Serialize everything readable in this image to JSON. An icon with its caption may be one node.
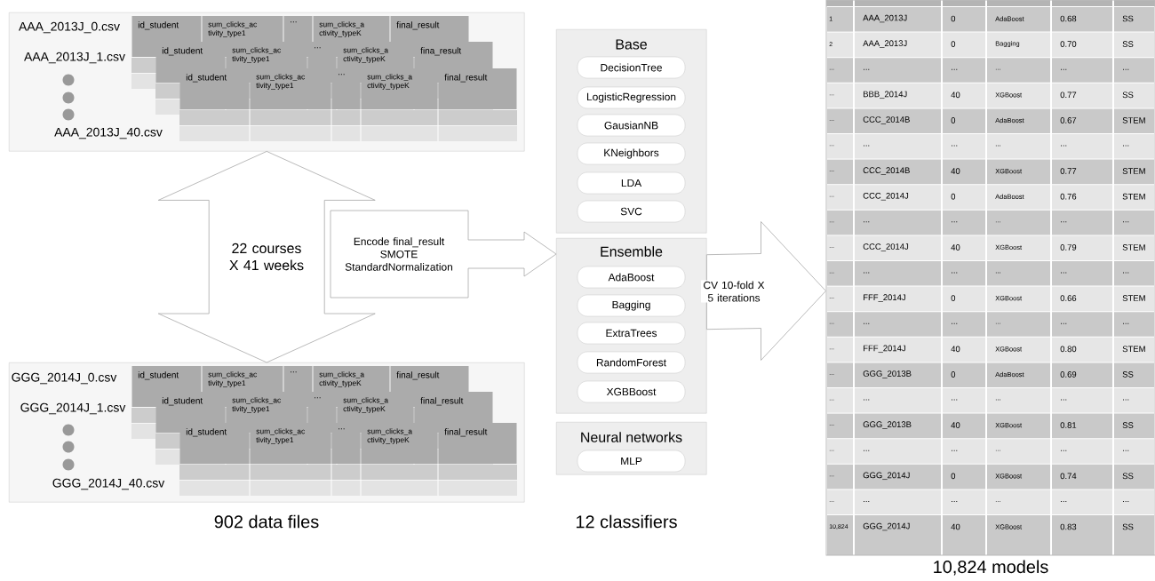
{
  "diagram": {
    "nodes": [
      {
        "text": [
          "AAA_2013J_0.csv",
          "AAA_2013J_1.csv",
          "AAA_2013J_40.csv"
        ]
      },
      {
        "text": [
          "GGG_2014J_0.csv",
          "GGG_2014J_1.csv",
          "GGG_2014J_40.csv"
        ]
      },
      {
        "text": [
          "Base"
        ]
      },
      {
        "text": [
          "DecisionTree"
        ],
        "in": 2
      },
      {
        "text": [
          "LogisticRegression"
        ],
        "in": 2
      },
      {
        "text": [
          "GausianNB"
        ],
        "in": 2
      },
      {
        "text": [
          "KNeighbors"
        ],
        "in": 2
      },
      {
        "text": [
          "LDA"
        ],
        "in": 2
      },
      {
        "text": [
          "SVC"
        ],
        "in": 2
      },
      {
        "text": [
          "Ensemble"
        ]
      },
      {
        "text": [
          "AdaBoost"
        ],
        "in": 9
      },
      {
        "text": [
          "Bagging"
        ],
        "in": 9
      },
      {
        "text": [
          "ExtraTrees"
        ],
        "in": 9
      },
      {
        "text": [
          "RandomForest"
        ],
        "in": 9
      },
      {
        "text": [
          "XGBBoost"
        ],
        "in": 9
      },
      {
        "text": [
          "Neural networks"
        ]
      },
      {
        "text": [
          "MLP"
        ],
        "in": 15
      },
      {
        "text": [],
        "shape": "box"
      }
    ],
    "edges": [
      {
        "from": 0,
        "to": 1,
        "arrow": "both",
        "label": "22 courses X 41 weeks"
      },
      {
        "from": null,
        "to": 9,
        "arrow": "to",
        "label": "Encode final_result SMOTE StandardNormalization"
      },
      {
        "from": 9,
        "to": 17,
        "arrow": "to",
        "label": "CV 10-fold X 5 iterations"
      }
    ],
    "labels": [
      "id_student",
      "sum_clicks_ac tivity_type1",
      "...",
      "sum_clicks_a ctivity_typeK",
      "final_result",
      "id_student",
      "sum_clicks_ac tivity_type1",
      "...",
      "sum_clicks_a ctivity_typeK",
      "fina_result",
      "id_student",
      "sum_clicks_ac tivity_type1",
      "...",
      "sum_clicks_a ctivity_typeK",
      "final_result",
      "id_student",
      "sum_clicks_ac tivity_type1",
      "...",
      "sum_clicks_a ctivity_typeK",
      "final_result",
      "id_student",
      "sum_clicks_ac tivity_type1",
      "...",
      "sum_clicks_a ctivity_typeK",
      "final_result",
      "id_student",
      "sum_clicks_ac tivity_type1",
      "...",
      "sum_clicks_a ctivity_typeK",
      "final_result",
      "1",
      "AAA_2013J",
      "0",
      "AdaBoost",
      "0.68",
      "SS",
      "2",
      "AAA_2013J",
      "0",
      "Bagging",
      "0.70",
      "SS",
      "...",
      "...",
      "...",
      "...",
      "...",
      "...",
      "...",
      "BBB_2014J",
      "40",
      "XGBoost",
      "0.77",
      "SS",
      "...",
      "CCC_2014B",
      "0",
      "AdaBoost",
      "0.67",
      "STEM",
      "...",
      "...",
      "...",
      "...",
      "...",
      "...",
      "...",
      "CCC_2014B",
      "40",
      "XGBoost",
      "0.77",
      "STEM",
      "...",
      "CCC_2014J",
      "0",
      "AdaBoost",
      "0.76",
      "STEM",
      "...",
      "...",
      "...",
      "...",
      "...",
      "...",
      "...",
      "CCC_2014J",
      "40",
      "XGBoost",
      "0.79",
      "STEM",
      "...",
      "...",
      "...",
      "...",
      "...",
      "...",
      "...",
      "FFF_2014J",
      "0",
      "XGBoost",
      "0.66",
      "STEM",
      "...",
      "...",
      "...",
      "...",
      "...",
      "...",
      "...",
      "FFF_2014J",
      "40",
      "XGBoost",
      "0.80",
      "STEM",
      "...",
      "GGG_2013B",
      "0",
      "AdaBoost",
      "0.69",
      "SS",
      "...",
      "...",
      "...",
      "...",
      "...",
      "...",
      "...",
      "GGG_2013B",
      "40",
      "XGBoost",
      "0.81",
      "SS",
      "...",
      "...",
      "...",
      "...",
      "...",
      "...",
      "...",
      "GGG_2014J",
      "0",
      "XGBoost",
      "0.74",
      "SS",
      "...",
      "...",
      "...",
      "...",
      "...",
      "...",
      "10,824",
      "GGG_2014J",
      "40",
      "XGBoost",
      "0.83",
      "SS",
      "902 data files",
      "12 classifiers",
      "10,824 models"
    ]
  }
}
